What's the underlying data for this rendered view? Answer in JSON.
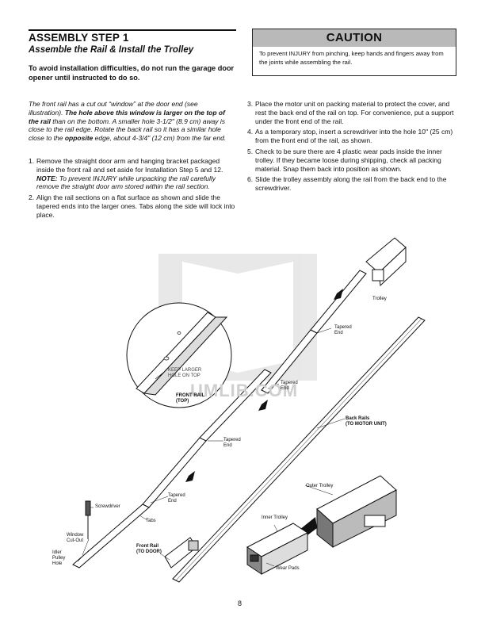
{
  "step": {
    "title": "ASSEMBLY STEP 1",
    "subtitle": "Assemble the Rail & Install the Trolley",
    "warning": "To avoid installation difficulties, do not run the garage door opener until instructed to do so."
  },
  "caution": {
    "heading": "CAUTION",
    "text": "To prevent INJURY from pinching, keep hands and fingers away from the joints while assembling the rail."
  },
  "intro": {
    "part1": "The front rail has a cut out “window” at the door end (see illustration). ",
    "bold1": "The hole above this window is larger on the top of the rail",
    "part2": " than on the bottom. A smaller hole 3-1/2\" (8.9 cm) away is close to the rail edge. Rotate the back rail so it has a similar hole close to the ",
    "bold2": "opposite",
    "part3": " edge, about 4-3/4\" (12 cm) from the far end."
  },
  "steps_left": [
    {
      "num": "1.",
      "text": "Remove the straight door arm and hanging bracket packaged inside the front rail and set aside for Installation Step 5 and 12. ",
      "note_label": "NOTE:",
      "note": " To prevent INJURY while unpacking the rail carefully remove the straight door arm stored within the rail section."
    },
    {
      "num": "2.",
      "text": "Align the rail sections on a flat surface as shown and slide the tapered ends into the larger ones. Tabs along the side will lock into place."
    }
  ],
  "steps_right": [
    {
      "num": "3.",
      "text": "Place the motor unit on packing material to protect the cover, and rest the back end of the rail on top. For convenience, put a support under the front end of the rail."
    },
    {
      "num": "4.",
      "text": "As a temporary stop, insert a screwdriver into the hole 10\" (25 cm) from the front end of the rail, as shown."
    },
    {
      "num": "5.",
      "text": "Check to be sure there are 4 plastic wear pads inside the inner trolley. If they became loose during shipping, check all packing material. Snap them back into position as shown."
    },
    {
      "num": "6.",
      "text": "Slide the trolley assembly along the rail from the back end to the screwdriver."
    }
  ],
  "illustration": {
    "labels": {
      "trolley": "Trolley",
      "tapered_end": "Tapered\nEnd",
      "keep_hole": "KEEP LARGER\nHOLE ON TOP",
      "front_rail_top": "FRONT RAIL\n(TOP)",
      "back_rails": "Back Rails\n(TO MOTOR UNIT)",
      "screwdriver": "Screwdriver",
      "tabs": "Tabs",
      "window_cutout": "Window\nCut-Out",
      "idler_pulley": "Idler\nPulley\nHole",
      "front_rail_door": "Front Rail\n(TO DOOR)",
      "outer_trolley": "Outer Trolley",
      "inner_trolley": "Inner Trolley",
      "wear_pads": "Wear Pads"
    },
    "watermark": "UMLIB.COM"
  },
  "page_number": "8"
}
